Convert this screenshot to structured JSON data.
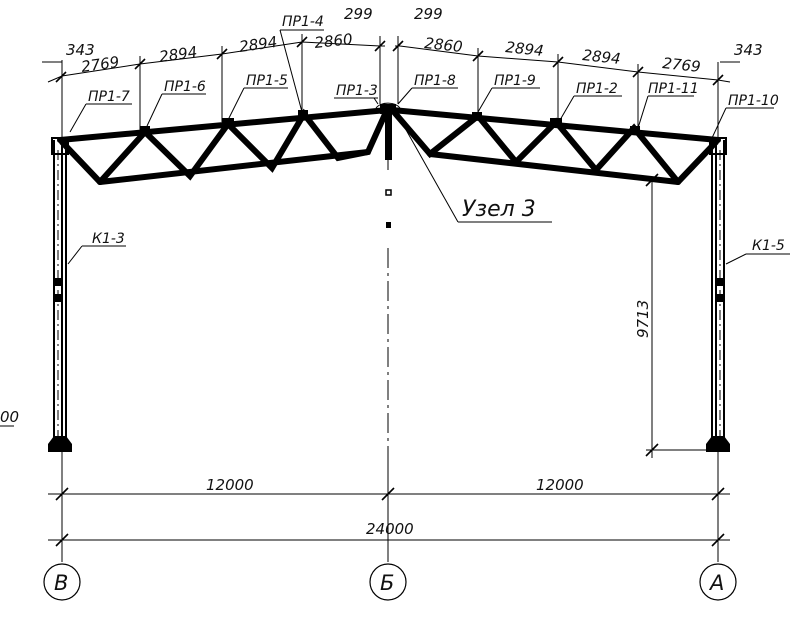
{
  "top_dimensions": [
    "343",
    "2769",
    "2894",
    "2894",
    "2860",
    "299",
    "299",
    "2860",
    "2894",
    "2894",
    "2769",
    "343"
  ],
  "member_labels": [
    "ПР1-7",
    "ПР1-6",
    "ПР1-5",
    "ПР1-4",
    "ПР1-3",
    "ПР1-8",
    "ПР1-9",
    "ПР1-2",
    "ПР1-11",
    "ПР1-10"
  ],
  "column_labels": [
    "К1-3",
    "К1-5"
  ],
  "node_label": "Узел 3",
  "height_dimension": "9713",
  "left_partial_dimension": "00",
  "span_dimensions": [
    "12000",
    "12000"
  ],
  "total_dimension": "24000",
  "axis_labels": [
    "В",
    "Б",
    "А"
  ]
}
